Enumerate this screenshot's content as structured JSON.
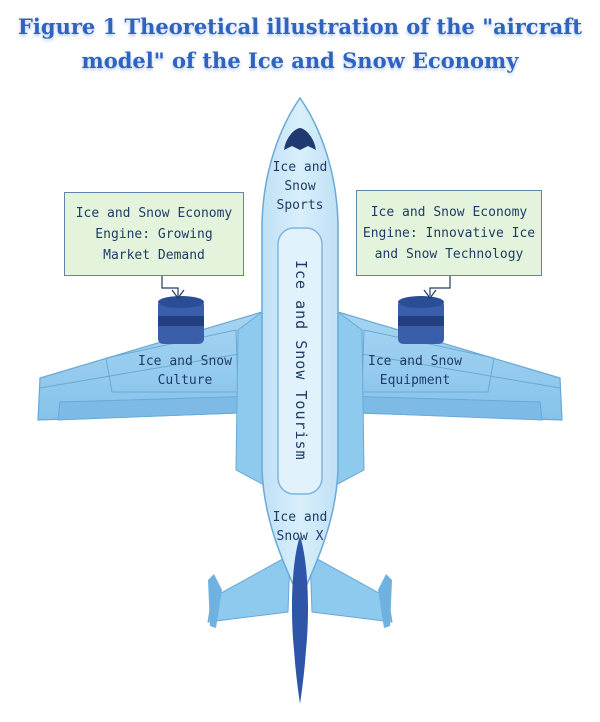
{
  "figure": {
    "title_line1": "Figure 1 Theoretical illustration of the \"aircraft",
    "title_line2": "model\" of the Ice and Snow Economy"
  },
  "labels": {
    "nose_line1": "Ice and",
    "nose_line2": "Snow",
    "nose_line3": "Sports",
    "fuselage": "Ice and Snow Tourism",
    "left_wing_line1": "Ice and Snow",
    "left_wing_line2": "Culture",
    "right_wing_line1": "Ice and Snow",
    "right_wing_line2": "Equipment",
    "tail_line1": "Ice and",
    "tail_line2": "Snow X"
  },
  "engines": {
    "left_line1": "Ice and Snow Economy",
    "left_line2": "Engine: Growing",
    "left_line3": "Market Demand",
    "right_line1": "Ice and Snow Economy",
    "right_line2": "Engine: Innovative Ice",
    "right_line3": "and Snow Technology"
  },
  "colors": {
    "title": "#2f63c0",
    "fuselage": "#cfe9f8",
    "wing": "#8ec9ee",
    "engine": "#2f4f9a",
    "callout_fill": "#e4f4dc",
    "label_text": "#1f3c66"
  }
}
